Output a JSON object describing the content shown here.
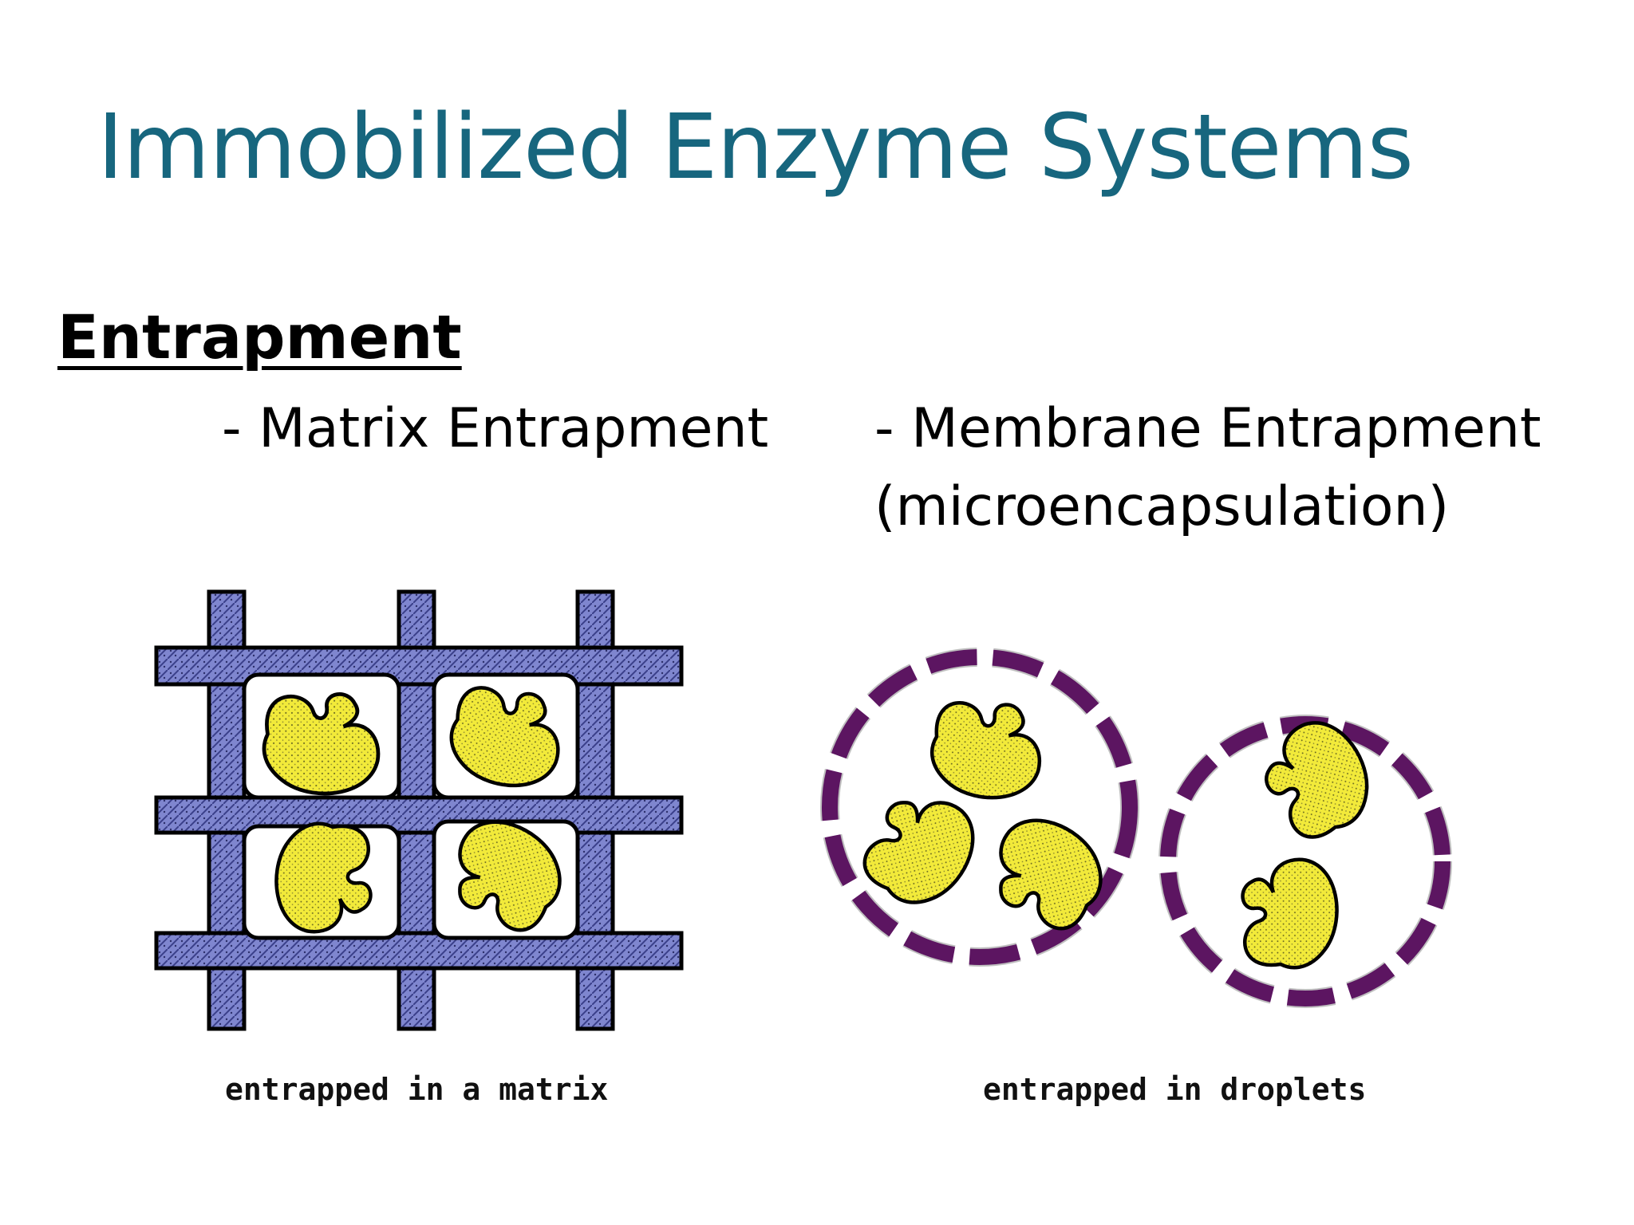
{
  "slide": {
    "title": "Immobilized Enzyme Systems",
    "heading": "Entrapment",
    "subheadings": {
      "matrix": "- Matrix Entrapment",
      "membrane_line1": "- Membrane Entrapment",
      "membrane_line2": "(microencapsulation)"
    },
    "captions": {
      "matrix": "entrapped in a matrix",
      "droplets": "entrapped in droplets"
    }
  },
  "colors": {
    "title": "#17667e",
    "matrix_fill": "#7f86cf",
    "enzyme_fill": "#f2ea3a",
    "membrane": "#7b1d82"
  }
}
